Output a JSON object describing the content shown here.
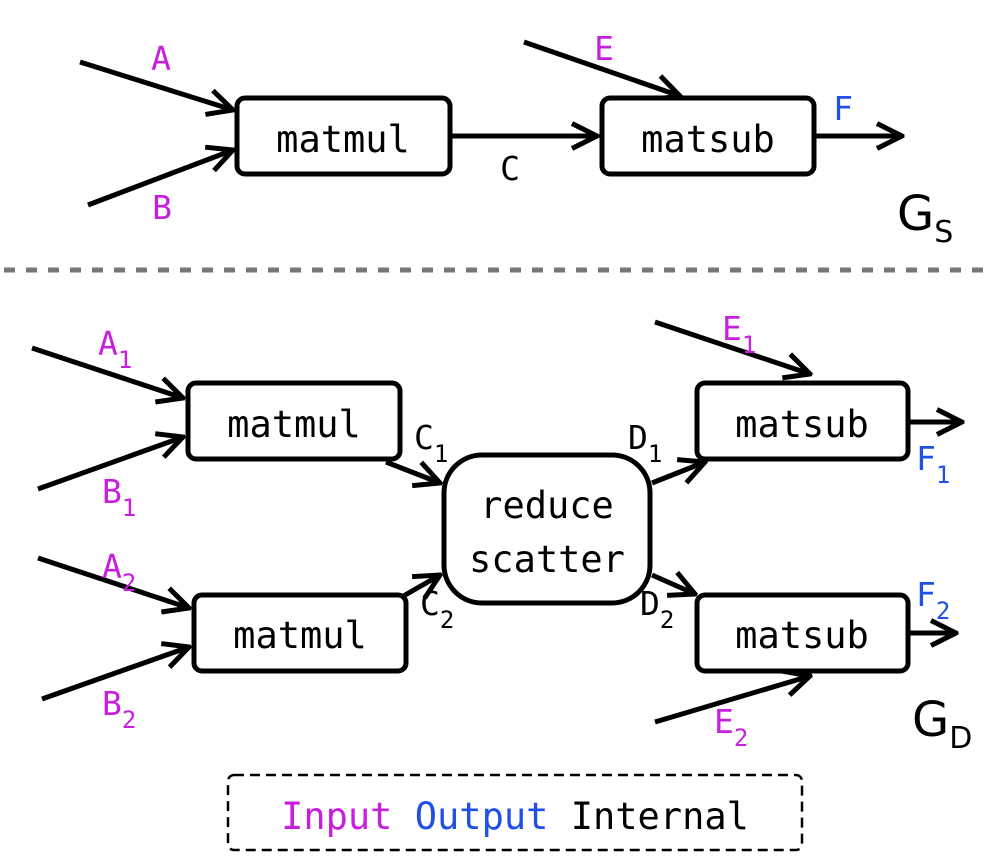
{
  "colors": {
    "input": "#c71ee0",
    "output": "#1f4fe6",
    "internal": "#000000"
  },
  "graph_s": {
    "label_main": "G",
    "label_sub": "S",
    "nodes": {
      "matmul": "matmul",
      "matsub": "matsub"
    },
    "edges": {
      "a": "A",
      "b": "B",
      "c": "C",
      "e": "E",
      "f": "F"
    }
  },
  "graph_d": {
    "label_main": "G",
    "label_sub": "D",
    "nodes": {
      "matmul_1": "matmul",
      "matmul_2": "matmul",
      "reduce_line1": "reduce",
      "reduce_line2": "scatter",
      "matsub_1": "matsub",
      "matsub_2": "matsub"
    },
    "edges": {
      "a1": {
        "main": "A",
        "sub": "1"
      },
      "b1": {
        "main": "B",
        "sub": "1"
      },
      "a2": {
        "main": "A",
        "sub": "2"
      },
      "b2": {
        "main": "B",
        "sub": "2"
      },
      "c1": {
        "main": "C",
        "sub": "1"
      },
      "c2": {
        "main": "C",
        "sub": "2"
      },
      "d1": {
        "main": "D",
        "sub": "1"
      },
      "d2": {
        "main": "D",
        "sub": "2"
      },
      "e1": {
        "main": "E",
        "sub": "1"
      },
      "e2": {
        "main": "E",
        "sub": "2"
      },
      "f1": {
        "main": "F",
        "sub": "1"
      },
      "f2": {
        "main": "F",
        "sub": "2"
      }
    }
  },
  "legend": {
    "input": "Input",
    "output": "Output",
    "internal": "Internal"
  }
}
